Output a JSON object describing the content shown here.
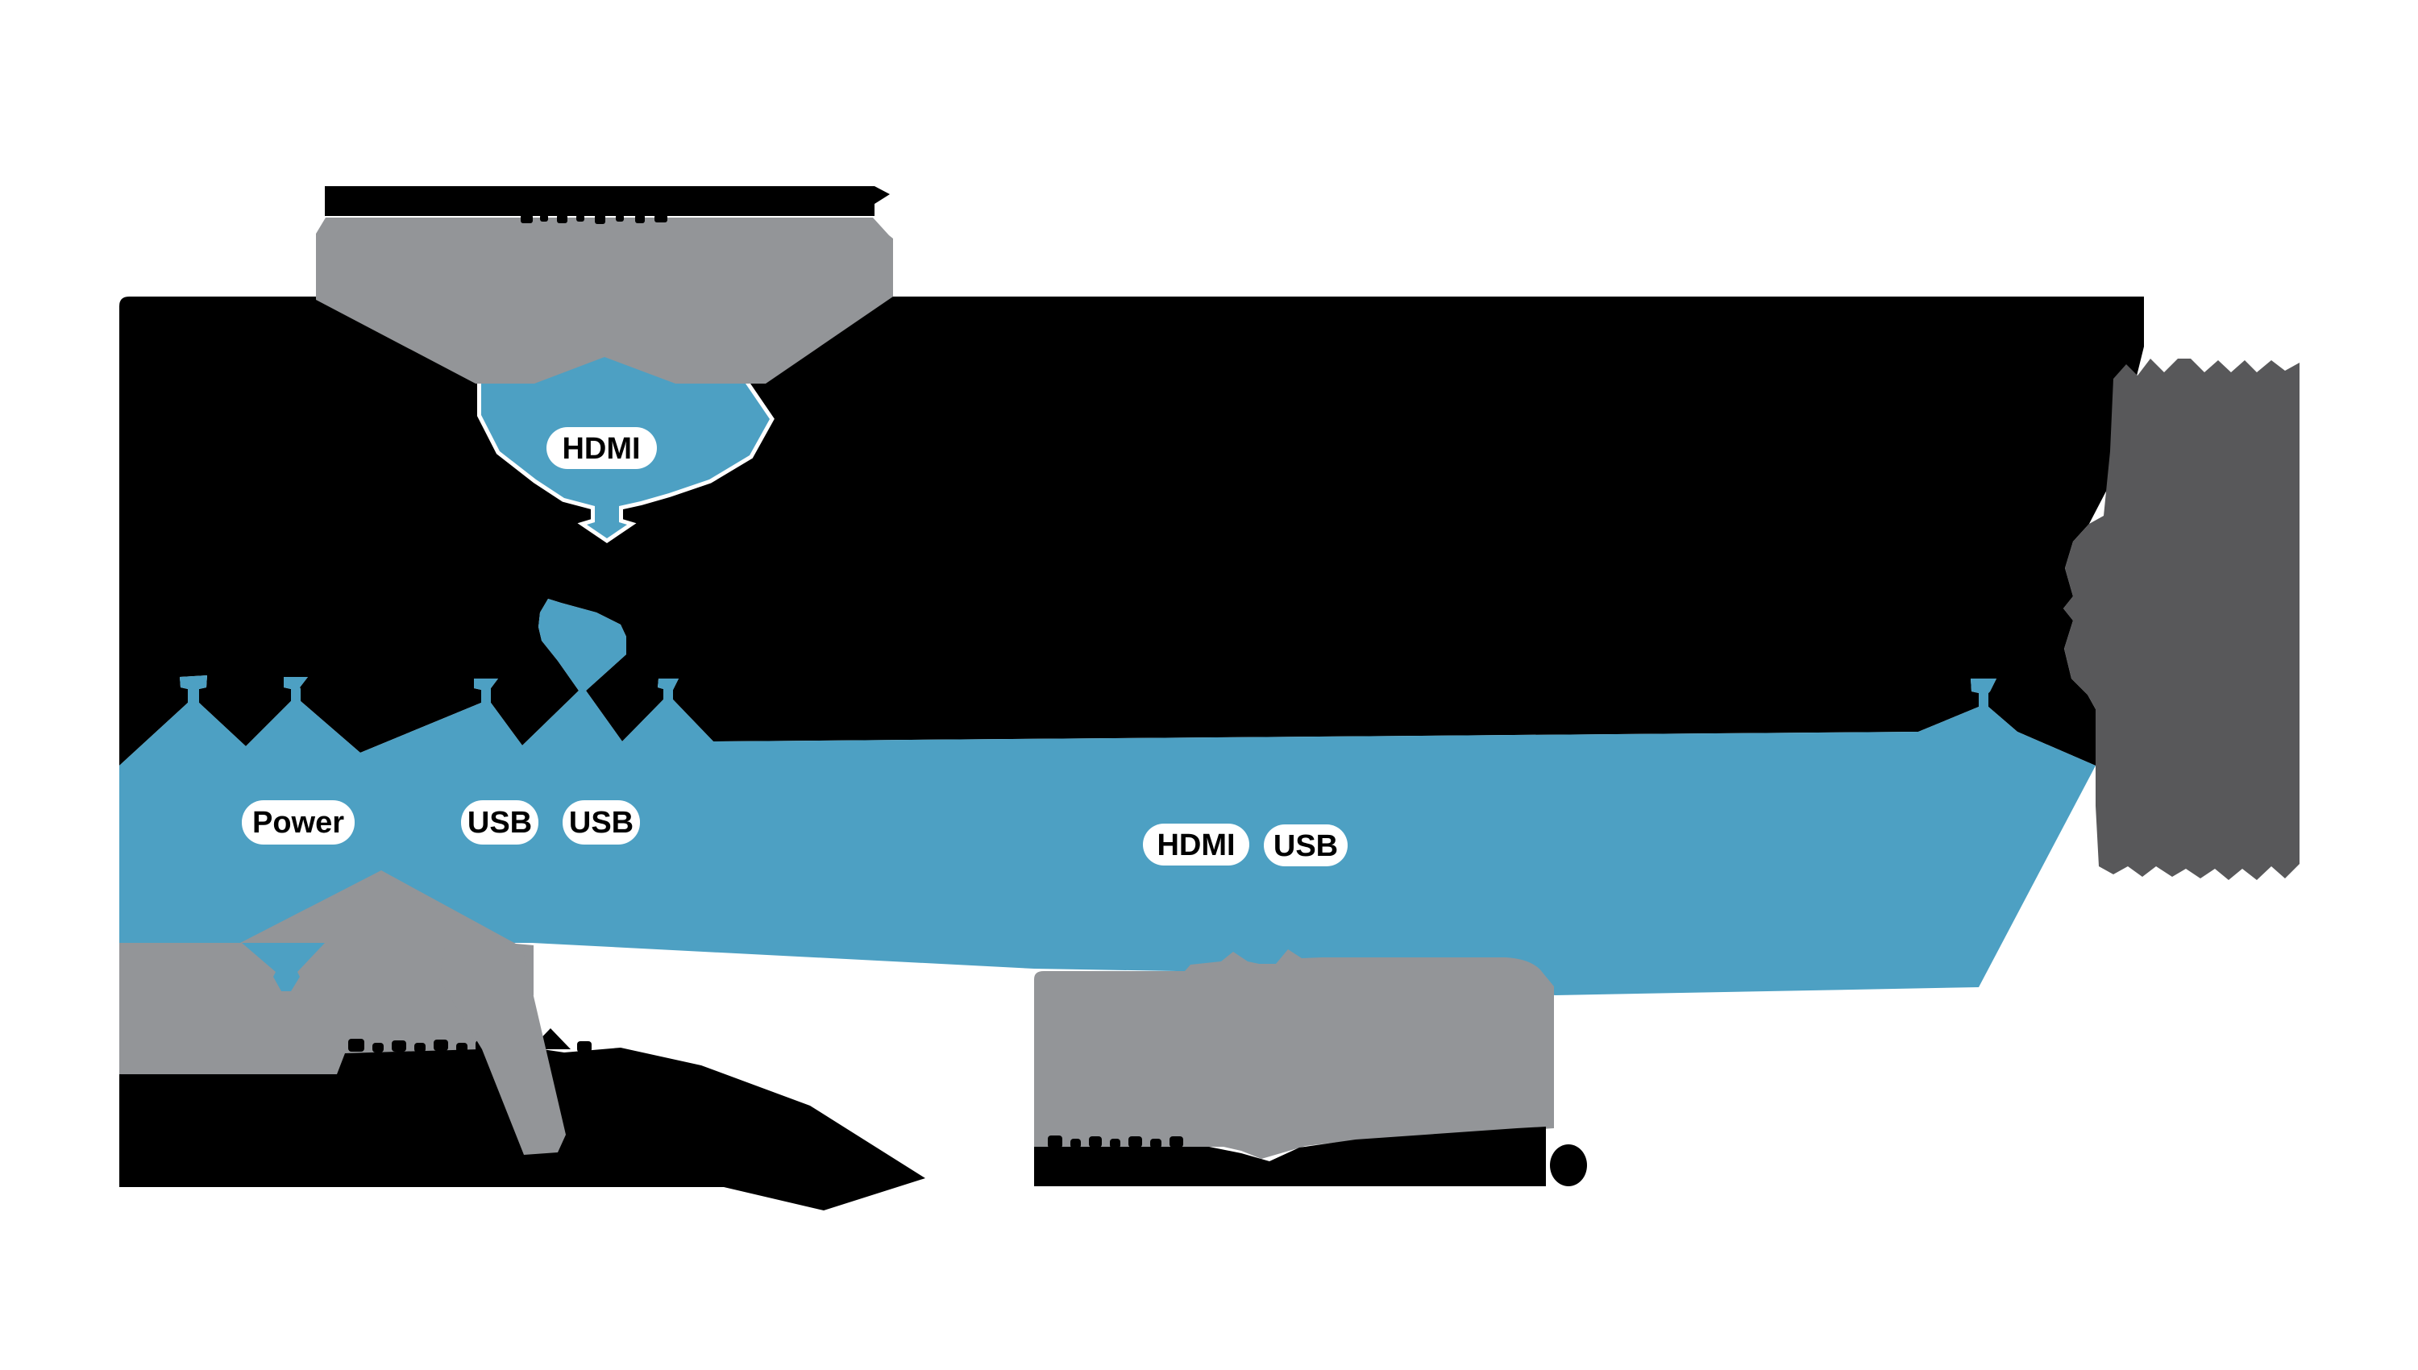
{
  "diagram": {
    "description": "Device setup connection diagram with silhouettes and port labels",
    "colors": {
      "background": "#ffffff",
      "cable_blue": "#4da0c3",
      "device_gray": "#939598",
      "accent_dark_gray": "#58585a",
      "silhouette_black": "#000000",
      "label_bg": "#ffffff",
      "label_text": "#000000"
    },
    "port_labels": [
      {
        "id": "hdmi-monitor-cable",
        "label": "HDMI"
      },
      {
        "id": "power-port",
        "label": "Power"
      },
      {
        "id": "usb-port-1",
        "label": "USB"
      },
      {
        "id": "usb-port-2",
        "label": "USB"
      },
      {
        "id": "hdmi-port-mid",
        "label": "HDMI"
      },
      {
        "id": "usb-port-3",
        "label": "USB"
      }
    ],
    "shapes": [
      "monitor-top-bar",
      "monitor-silhouette",
      "hdmi-cable-funnel",
      "main-device-silhouette",
      "cable-band",
      "keyboard-silhouette",
      "mouse-cable-ribbon",
      "bottom-left-silhouette",
      "bottom-caption-silhouette",
      "accessory-dark-block"
    ]
  }
}
